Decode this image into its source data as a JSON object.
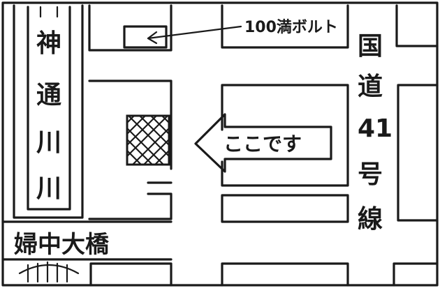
{
  "map": {
    "river_name": [
      "神",
      "通",
      "川",
      "川"
    ],
    "route_name": [
      "国",
      "道",
      "41",
      "号",
      "線"
    ],
    "bridge_name": "婦中大橋",
    "landmark_label": "100満ボルト",
    "here_label": "ここです",
    "ink_color": "#1a1a1a",
    "paper_color": "#ffffff"
  }
}
